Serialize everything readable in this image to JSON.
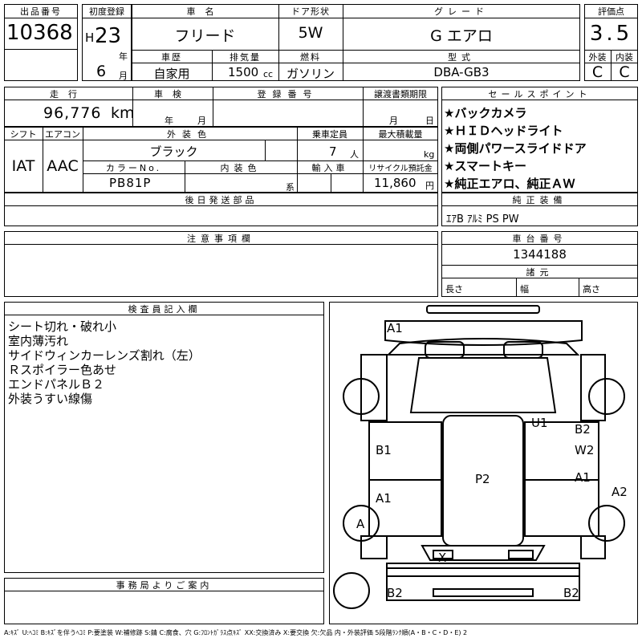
{
  "header": {
    "lot_label": "出品番号",
    "lot_value": "10368",
    "reg_label": "初度登録",
    "era": "H",
    "year": "23",
    "year_unit": "年",
    "month": "6",
    "month_unit": "月",
    "name_label": "車名",
    "name_value": "フリード",
    "door_label": "ドア形状",
    "door_value": "5W",
    "grade_label": "グレード",
    "grade_value": "G エアロ",
    "score_label": "評価点",
    "score_value": "3.5",
    "history_label": "車歴",
    "history_value": "自家用",
    "disp_label": "排気量",
    "disp_value": "1500",
    "disp_unit": "cc",
    "fuel_label": "燃料",
    "fuel_value": "ガソリン",
    "model_label": "型式",
    "model_value": "DBA-GB3",
    "ext_label": "外装",
    "ext_value": "C",
    "int_label": "内装",
    "int_value": "C"
  },
  "row2": {
    "mileage_label": "走行",
    "mileage_value": "96,776",
    "mileage_unit": "km",
    "inspect_label": "車検",
    "inspect_year": "年",
    "inspect_month": "月",
    "regno_label": "登録番号",
    "transfer_label": "譲渡書類期限",
    "transfer_month": "月",
    "transfer_day": "日",
    "sales_label": "セールスポイント",
    "sales_points": [
      "★バックカメラ",
      "★ＨＩＤヘッドライト",
      "★両側パワースライドドア",
      "★スマートキー",
      "★純正エアロ、純正ＡＷ"
    ]
  },
  "row3": {
    "shift_label": "シフト",
    "shift_value": "IAT",
    "ac_label": "エアコン",
    "ac_value": "AAC",
    "color_label": "外装色",
    "color_value": "ブラック",
    "seats_label": "乗車定員",
    "seats_value": "7",
    "seats_unit": "人",
    "load_label": "最大積載量",
    "load_unit": "kg",
    "colorno_label": "カラーNo.",
    "colorno_value": "PB81P",
    "intcolor_label": "内装色",
    "intcolor_unit": "系",
    "import_label": "輸入車",
    "recycle_label": "リサイクル預託金",
    "recycle_value": "11,860",
    "recycle_unit": "円"
  },
  "later_label": "後日発送部品",
  "equip_label": "純正装備",
  "equip_value": "ｴｱB ｱﾙﾐ PS PW",
  "notes_label": "注意事項欄",
  "chassis_label": "車台番号",
  "chassis_value": "1344188",
  "dims_label": "諸元",
  "len_label": "長さ",
  "wid_label": "幅",
  "hei_label": "高さ",
  "inspector_label": "検査員記入欄",
  "inspector_notes": [
    "シート切れ・破れ小",
    "室内薄汚れ",
    "サイドウィンカーレンズ割れ（左）",
    "Ｒスポイラー色あせ",
    "エンドパネルＢ２",
    "外装うすい線傷"
  ],
  "office_label": "事務局よりご案内",
  "diagram_marks": {
    "a1_top": "A1",
    "u1": "U1",
    "b2_right": "B2",
    "w2": "W2",
    "b1": "B1",
    "a1_rear_right": "A1",
    "a2": "A2",
    "a1_left": "A1",
    "p2": "P2",
    "a_wheel": "A",
    "x_mark": "X",
    "b2_bottom_left": "B2",
    "b2_bottom_right": "B2"
  },
  "legend": "A:ｷｽﾞ U:ﾍｺﾐ B:ｷｽﾞを伴うﾍｺﾐ P:要塗装 W:補修跡 S:錆 C:腐食、穴 G:ﾌﾛﾝﾄｶﾞﾗｽ点ｷｽﾞ XX:交換済み X:要交換 欠:欠品 内・外装評価 5段階ﾗﾝｸ順(A・B・C・D・E) 2"
}
